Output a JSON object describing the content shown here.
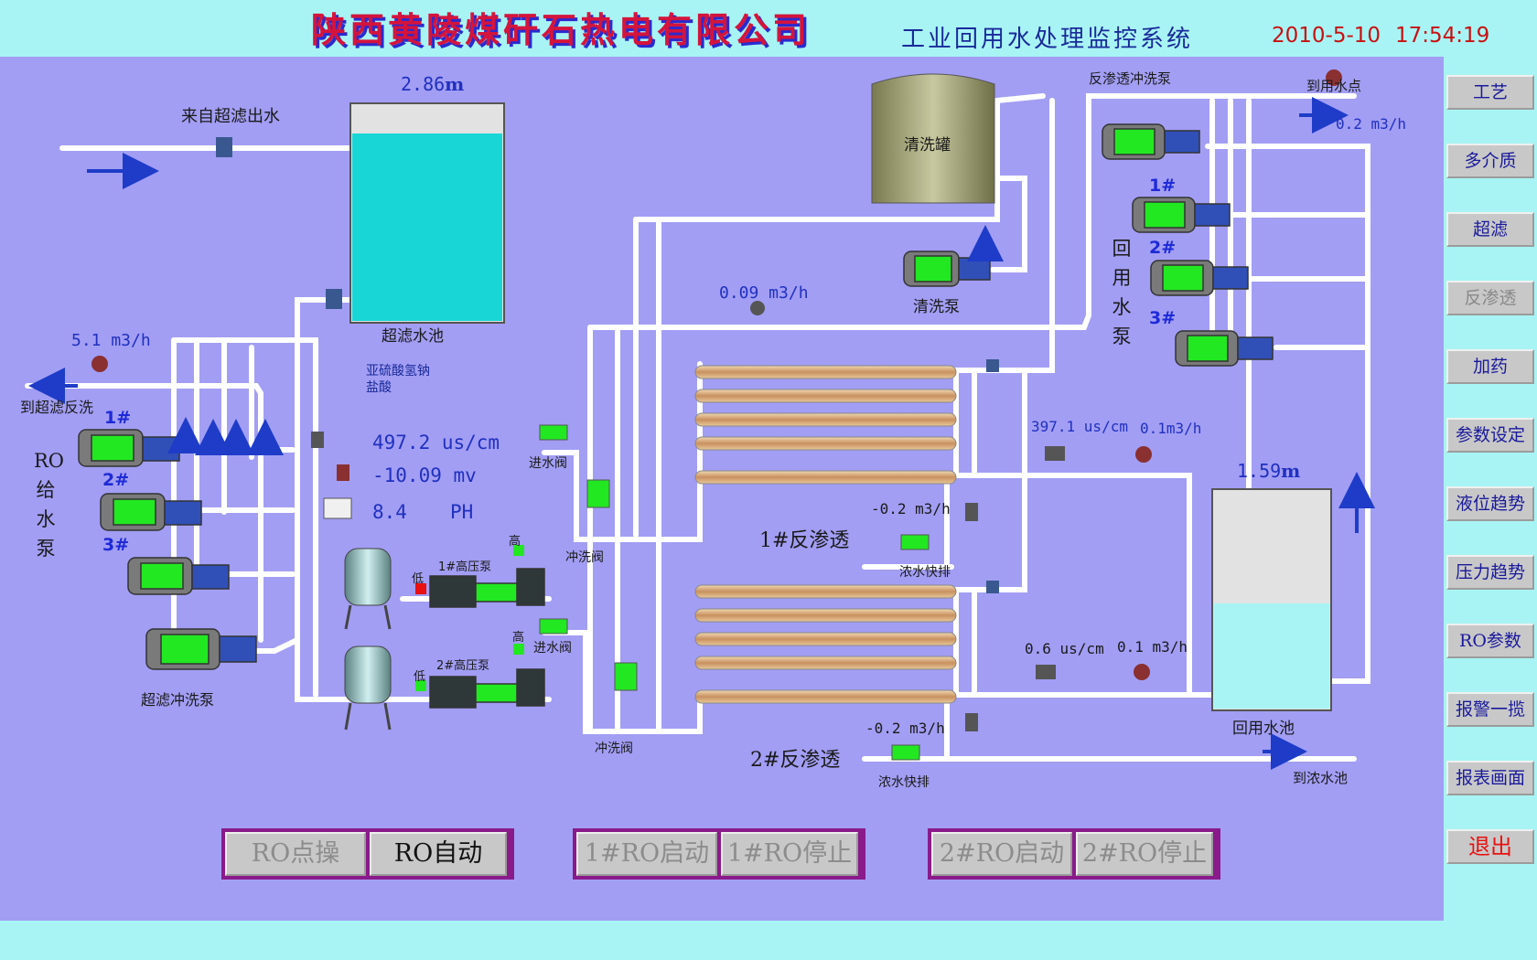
{
  "header": {
    "company": "陕西黄陵煤矸石热电有限公司",
    "system": "工业回用水处理监控系统",
    "date": "2010-5-10",
    "time": "17:54:19"
  },
  "nav": [
    "工艺",
    "多介质",
    "超滤",
    "反渗透",
    "加药",
    "参数设定",
    "液位趋势",
    "压力趋势",
    "RO参数",
    "报警一揽",
    "报表画面",
    "退出"
  ],
  "labels": {
    "inlet": "来自超滤出水",
    "uf_tank_level": "2.86",
    "level_unit": "m",
    "uf_tank": "超滤水池",
    "uf_flow": "5.1 m3/h",
    "to_uf_backwash": "到超滤反洗",
    "ro_pump_1": "RO",
    "ro_pump_2": "给",
    "ro_pump_3": "水",
    "ro_pump_4": "泵",
    "p1": "1#",
    "p2": "2#",
    "p3": "3#",
    "uf_flush_pump": "超滤冲洗泵",
    "bisulfite": "亚硫酸氢钠",
    "hcl": "盐酸",
    "cond": "497.2  us/cm",
    "orp": "-10.09  mv",
    "ph_v": "8.4",
    "ph_u": "PH",
    "hp1": "1#高压泵",
    "hp2": "2#高压泵",
    "high": "高",
    "low": "低",
    "inlet_valve": "进水阀",
    "flush_valve": "冲洗阀",
    "cip_tank": "清洗罐",
    "cip_pump": "清洗泵",
    "cip_flow": "0.09   m3/h",
    "ro1": "1#反渗透",
    "ro2": "2#反渗透",
    "conc_dump": "浓水快排",
    "ro1_p": "-0.2 m3/h",
    "ro2_p": "-0.2 m3/h",
    "ro1_cond": "397.1 us/cm",
    "ro1_flow": "0.1m3/h",
    "ro2_cond": "0.6 us/cm",
    "ro2_flow": "0.1 m3/h",
    "ro_flush": "反渗透冲洗泵",
    "to_use": "到用水点",
    "use_flow": "0.2  m3/h",
    "reuse_pump": [
      "回",
      "用",
      "水",
      "泵"
    ],
    "reuse_level": "1.59",
    "reuse_tank": "回用水池",
    "to_conc": "到浓水池"
  },
  "controls": {
    "ro_manual": "RO点操",
    "ro_auto": "RO自动",
    "ro1_start": "1#RO启动",
    "ro1_stop": "1#RO停止",
    "ro2_start": "2#RO启动",
    "ro2_stop": "2#RO停止"
  },
  "levels": {
    "uf_tank_fill": 0.87,
    "reuse_tank_fill": 0.48
  },
  "colors": {
    "background": "#a29ef4",
    "water": "#18d6d6",
    "reuse_water": "#a8f4f4",
    "pipe": "#e8e8e8",
    "motor": "#22e822",
    "membrane": "#d8a878"
  }
}
